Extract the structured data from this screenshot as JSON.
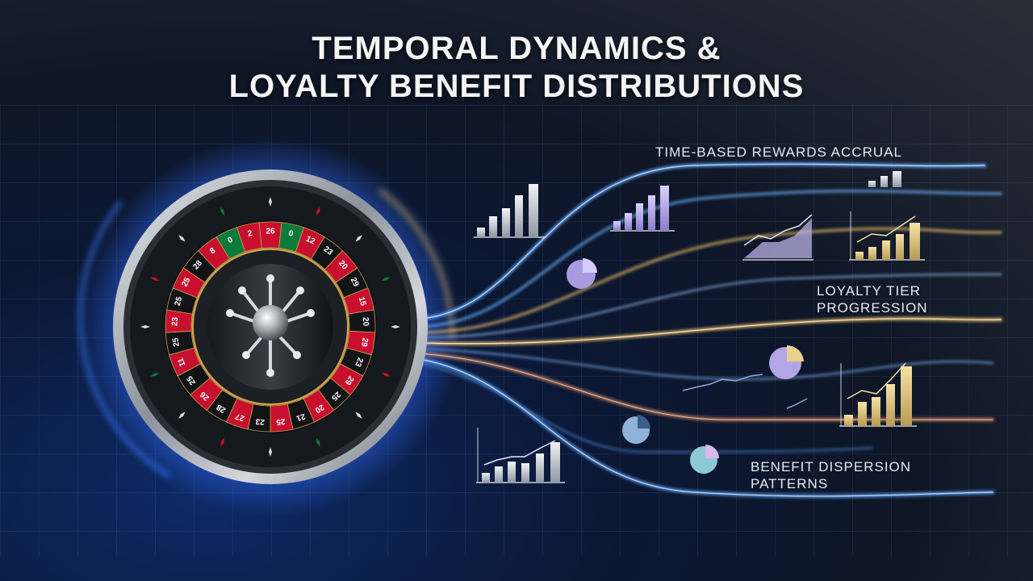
{
  "title": {
    "line1": "TEMPORAL DYNAMICS &",
    "line2": "LOYALTY BENEFIT DISTRIBUTIONS"
  },
  "labels": {
    "rewards": "TIME-BASED REWARDS ACCRUAL",
    "tier_line1": "LOYALTY TIER",
    "tier_line2": "PROGRESSION",
    "dispersion_line1": "BENEFIT DISPERSION",
    "dispersion_line2": "PATTERNS"
  },
  "wheel": {
    "numbers": [
      "26",
      "0",
      "12",
      "23",
      "20",
      "29",
      "15",
      "20",
      "29",
      "23",
      "29",
      "25",
      "20",
      "21",
      "25",
      "23",
      "27",
      "28",
      "26",
      "25",
      "11",
      "25",
      "23",
      "25",
      "25",
      "28",
      "8",
      "0",
      "2"
    ]
  },
  "colors": {
    "stream_blue": "#5fa8ff",
    "stream_gold": "#f2c26b",
    "stream_orange": "#e8946a",
    "chart_purple": "#b3a6e6",
    "chart_gold": "#e8cf8a",
    "wheel_red": "#c8102e",
    "wheel_green": "#0b7a3a"
  }
}
